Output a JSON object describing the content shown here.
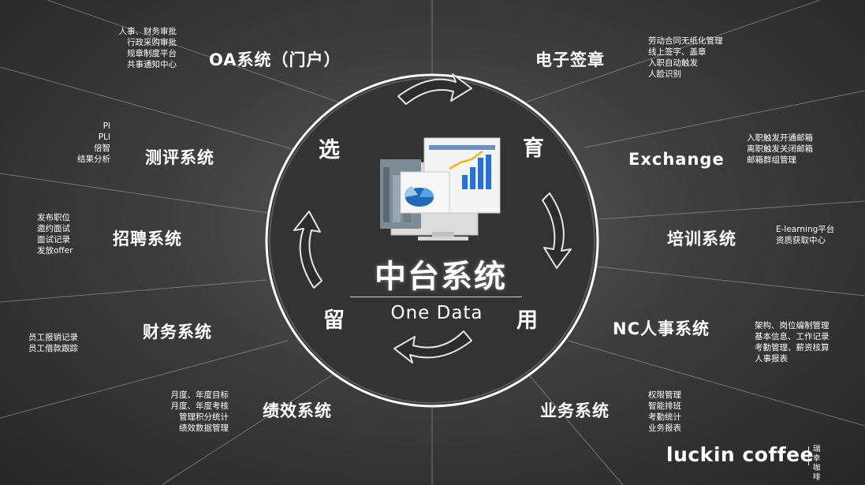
{
  "core": {
    "title": "中台系统",
    "subtitle": "One Data"
  },
  "stages": {
    "select": "选",
    "develop": "育",
    "use": "用",
    "retain": "留"
  },
  "systems": {
    "oa": {
      "name": "OA系统（门户）",
      "items": [
        "人事、财务审批",
        "行政采购审批",
        "规章制度平台",
        "共事通知中心"
      ]
    },
    "esign": {
      "name": "电子签章",
      "items": [
        "劳动合同无纸化管理",
        "线上签字、盖章",
        "入职自动触发",
        "人脸识别"
      ]
    },
    "assessment": {
      "name": "测评系统",
      "items": [
        "PI",
        "PLI",
        "倍智",
        "结果分析"
      ]
    },
    "exchange": {
      "name": "Exchange",
      "items": [
        "入职触发开通邮箱",
        "离职触发关闭邮箱",
        "邮箱群组管理"
      ]
    },
    "recruit": {
      "name": "招聘系统",
      "items": [
        "发布职位",
        "邀约面试",
        "面试记录",
        "发放offer"
      ]
    },
    "training": {
      "name": "培训系统",
      "items": [
        "E-learning平台",
        "资质获取中心"
      ]
    },
    "finance": {
      "name": "财务系统",
      "items": [
        "员工报销记录",
        "员工借款跟踪"
      ]
    },
    "nc": {
      "name": "NC人事系统",
      "items": [
        "架构、岗位编制管理",
        "基本信息、工作记录",
        "考勤管理、薪资核算",
        "人事报表"
      ]
    },
    "performance": {
      "name": "绩效系统",
      "items": [
        "月度、年度目标",
        "月度、年度考核",
        "管理积分统计",
        "绩效数据管理"
      ]
    },
    "business": {
      "name": "业务系统",
      "items": [
        "权限管理",
        "智能排班",
        "考勤统计",
        "业务报表"
      ]
    }
  },
  "brand": {
    "name": "luckin coffee",
    "cn_line1": "瑞幸",
    "cn_line2": "咖啡"
  }
}
